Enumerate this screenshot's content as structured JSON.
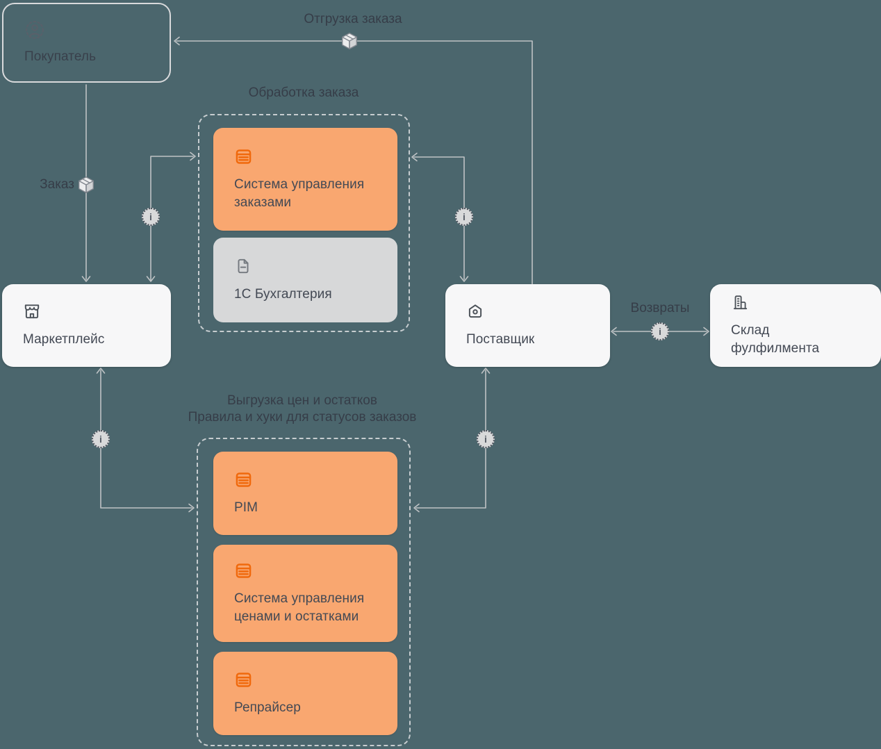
{
  "colors": {
    "background": "#4B666D",
    "orange_box": "#F9A770",
    "orange_icon": "#F0690C",
    "gray_box": "#D7D8D9",
    "white_box": "#F7F7F8",
    "wire": "#C9CBCD"
  },
  "nodes": {
    "buyer": {
      "label": "Покупатель",
      "icon": "user-circle-icon"
    },
    "marketplace": {
      "label": "Маркетплейс",
      "icon": "storefront-icon"
    },
    "supplier": {
      "label": "Поставщик",
      "icon": "home-tag-icon"
    },
    "fulfillment_warehouse": {
      "label": "Склад фулфилмента",
      "icon": "buildings-icon"
    },
    "order_management_system": {
      "label": "Система управления заказами",
      "icon": "rows-icon"
    },
    "accounting_1c": {
      "label": "1С Бухгалтерия",
      "icon": "document-icon"
    },
    "pim": {
      "label": "PIM",
      "icon": "rows-icon"
    },
    "price_stock_system": {
      "label": "Система управления ценами и остатками",
      "icon": "rows-icon"
    },
    "repricer": {
      "label": "Репрайсер",
      "icon": "rows-icon"
    }
  },
  "groups": {
    "order_processing": {
      "label": "Обработка заказа"
    },
    "price_stock_upload": {
      "label_line1": "Выгрузка цен и остатков",
      "label_line2": "Правила и хуки для статусов заказов"
    }
  },
  "edge_labels": {
    "order": "Заказ",
    "shipment": "Отгрузка заказа",
    "returns": "Возвраты"
  },
  "glyphs": {
    "info": "i"
  }
}
